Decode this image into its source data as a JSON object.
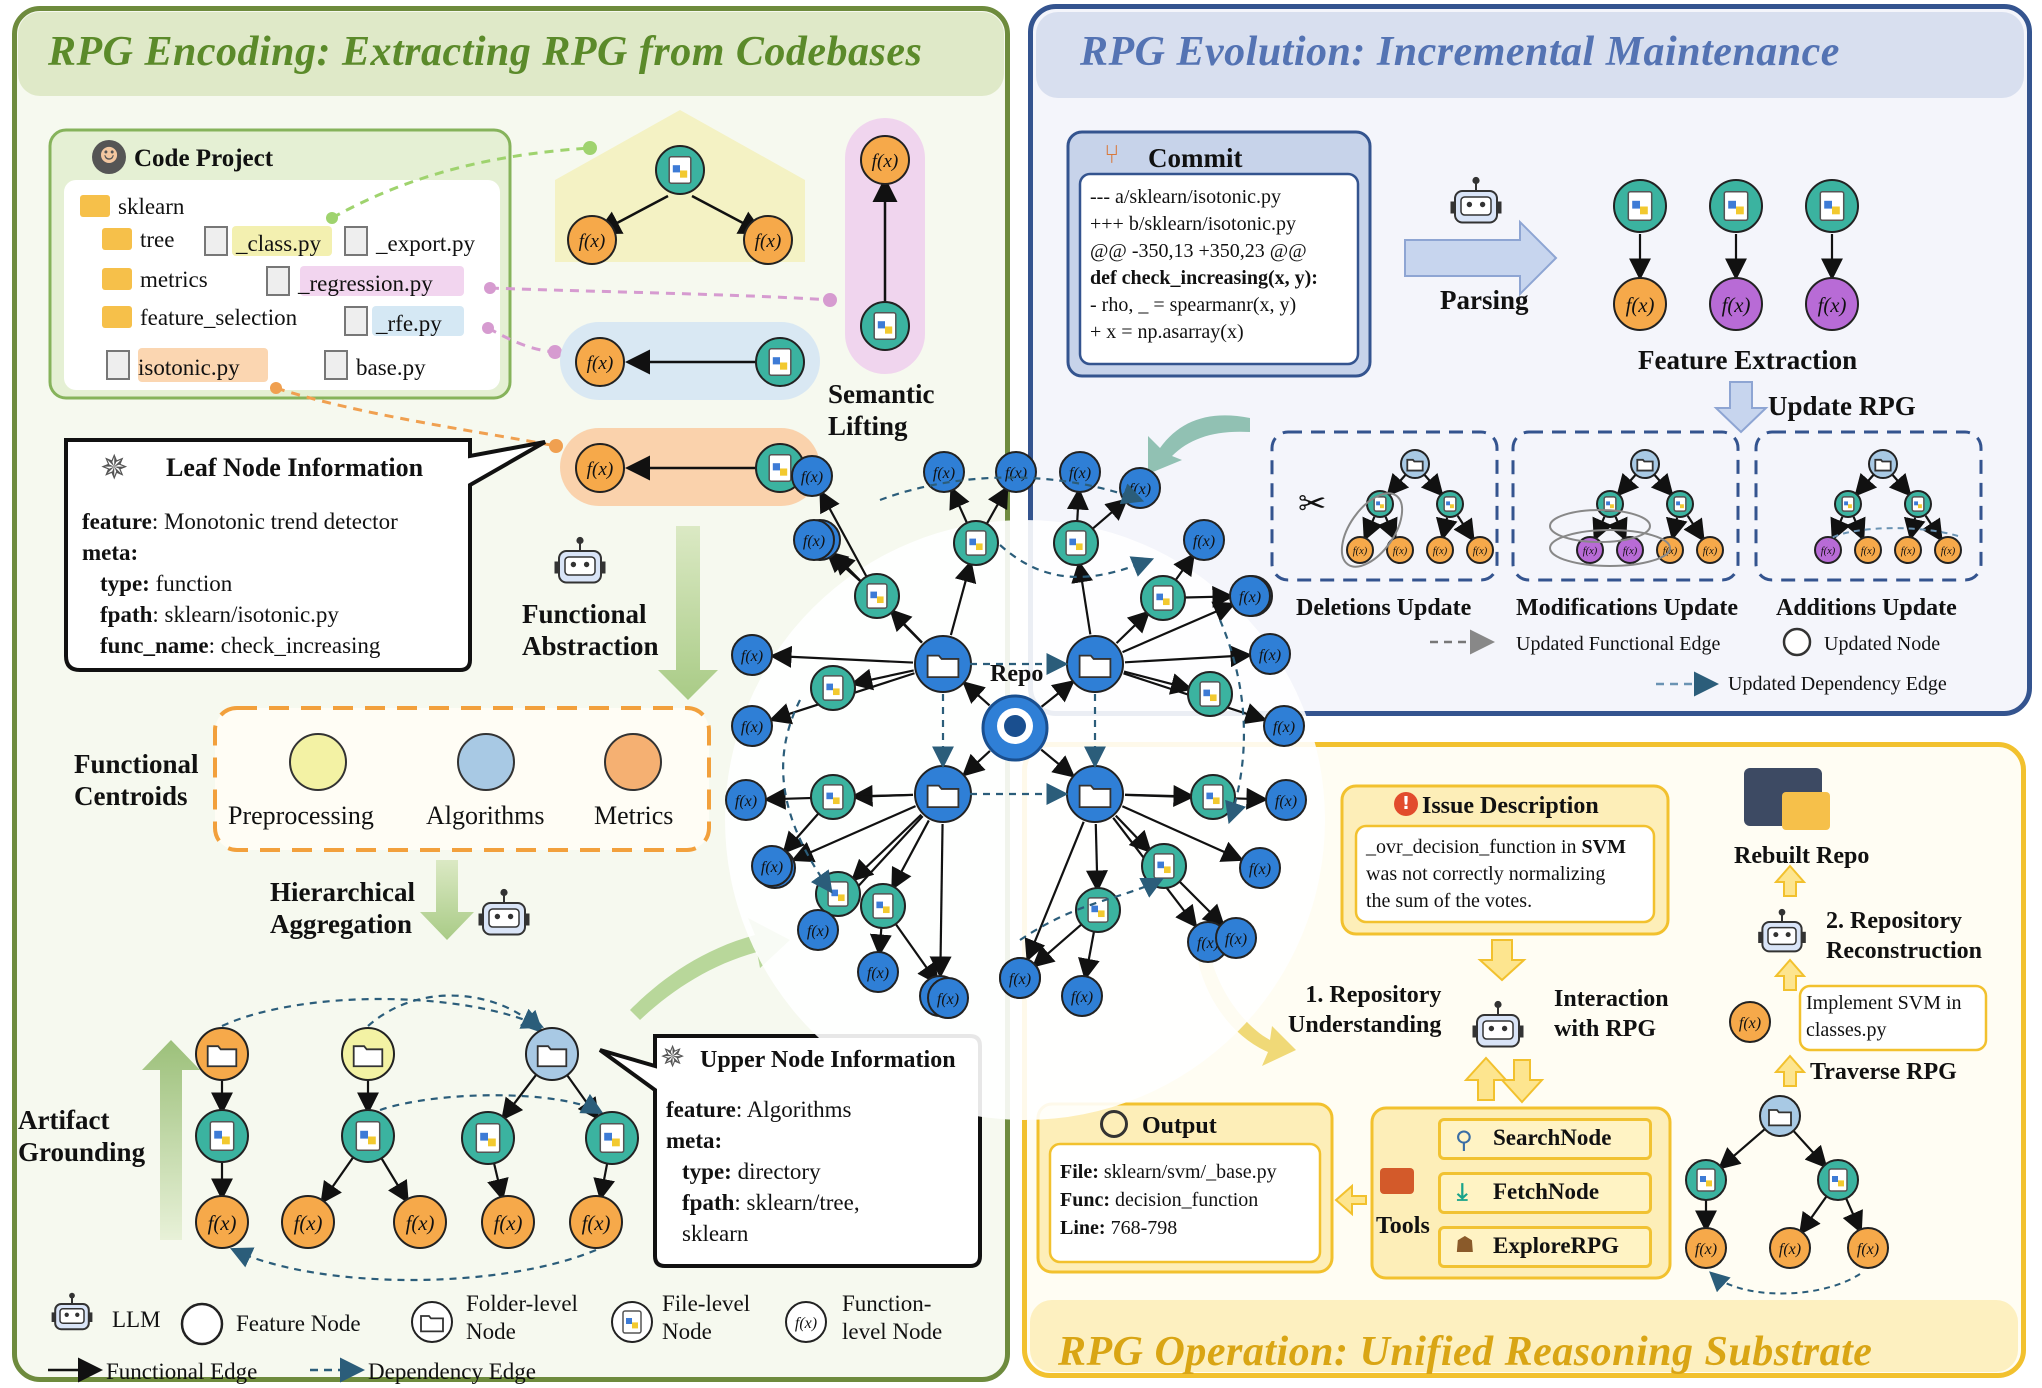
{
  "encoding": {
    "title": "RPG Encoding: Extracting RPG from Codebases",
    "code_project": {
      "title": "Code Project",
      "root": "sklearn",
      "folders": [
        "tree",
        "metrics",
        "feature_selection"
      ],
      "files": [
        "_class.py",
        "_export.py",
        "_regression.py",
        "_rfe.py",
        "isotonic.py",
        "base.py"
      ]
    },
    "semantic_lifting": "Semantic\nLifting",
    "leaf_info": {
      "title": "Leaf Node Information",
      "lines": [
        {
          "key": "feature",
          "value": ": Monotonic trend detector"
        },
        {
          "key": "meta:",
          "value": ""
        },
        {
          "key": "type:",
          "value": " function"
        },
        {
          "key": "fpath",
          "value": ": sklearn/isotonic.py"
        },
        {
          "key": "func_name",
          "value": ": check_increasing"
        }
      ]
    },
    "functional_abstraction": "Functional\nAbstraction",
    "functional_centroids": "Functional\nCentroids",
    "centroids": [
      "Preprocessing",
      "Algorithms",
      "Metrics"
    ],
    "hierarchical_aggregation": "Hierarchical\nAggregation",
    "artifact_grounding": "Artifact\nGrounding",
    "upper_info": {
      "title": "Upper Node Information",
      "lines": [
        {
          "key": "feature",
          "value": ": Algorithms"
        },
        {
          "key": "meta:",
          "value": ""
        },
        {
          "key": "type:",
          "value": "  directory"
        },
        {
          "key": "fpath",
          "value": ": sklearn/tree,"
        },
        {
          "key": "",
          "value": "sklearn"
        }
      ]
    },
    "legend": {
      "llm": "LLM",
      "feature_node": "Feature Node",
      "folder_node": "Folder-level\nNode",
      "file_node": "File-level\nNode",
      "function_node": "Function-\nlevel Node",
      "functional_edge": "Functional Edge",
      "dependency_edge": "Dependency Edge"
    }
  },
  "repo_label": "Repo",
  "fx_symbol": "f(x)",
  "evolution": {
    "title": "RPG Evolution: Incremental Maintenance",
    "commit": {
      "title": "Commit",
      "lines": [
        "--- a/sklearn/isotonic.py",
        "+++ b/sklearn/isotonic.py",
        "@@ -350,13 +350,23 @@",
        "def check_increasing(x, y):",
        "-    rho, _ = spearmanr(x, y)",
        "+    x = np.asarray(x)"
      ]
    },
    "parsing": "Parsing",
    "feature_extraction": "Feature Extraction",
    "update_rpg": "Update RPG",
    "updates": [
      "Deletions Update",
      "Modifications Update",
      "Additions Update"
    ],
    "legend": {
      "updated_functional_edge": "Updated Functional Edge",
      "updated_node": "Updated Node",
      "updated_dependency_edge": "Updated Dependency Edge"
    }
  },
  "operation": {
    "title": "RPG Operation: Unified Reasoning Substrate",
    "issue": {
      "title": "Issue Description",
      "line1_a": "_ovr_decision_function in ",
      "line1_b": "SVM",
      "line2": "was not correctly normalizing",
      "line3": "the sum of the votes."
    },
    "repo_understanding": "1. Repository\nUnderstanding",
    "interaction": "Interaction\nwith RPG",
    "tools_label": "Tools",
    "tools": [
      "SearchNode",
      "FetchNode",
      "ExploreRPG"
    ],
    "output": {
      "title": "Output",
      "file_key": "File:",
      "file_val": " sklearn/svm/_base.py",
      "func_key": "Func:",
      "func_val": " decision_function",
      "line_key": "Line:",
      "line_val": " 768-798"
    },
    "rebuilt_repo": "Rebuilt Repo",
    "reconstruction": "2. Repository\nReconstruction",
    "implement": "Implement SVM in\nclasses.py",
    "traverse": "Traverse RPG"
  },
  "colors": {
    "green_border": "#6e8b3d",
    "green_bg": "#f4f8ec",
    "blue_border": "#3b5a9a",
    "blue_bg": "#f3f4fb",
    "yellow_border": "#f2c12e",
    "yellow_bg": "#fffdf2",
    "node_blue": "#2f7fd6",
    "node_orange": "#f6a94a",
    "node_purple": "#b86bd6",
    "node_teal": "#3bb3a0"
  }
}
